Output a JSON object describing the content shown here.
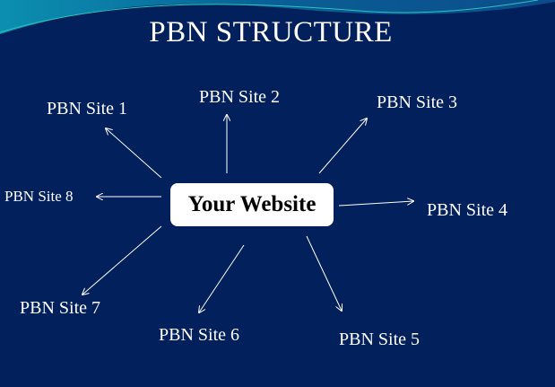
{
  "slide": {
    "title": "PBN  STRUCTURE",
    "center_label": "Your Website",
    "sites": [
      {
        "label": "PBN Site 1"
      },
      {
        "label": "PBN Site 2"
      },
      {
        "label": "PBN Site 3"
      },
      {
        "label": "PBN Site 4"
      },
      {
        "label": "PBN Site 5"
      },
      {
        "label": "PBN Site 6"
      },
      {
        "label": "PBN Site 7"
      },
      {
        "label": "PBN Site 8"
      }
    ]
  },
  "colors": {
    "background": "#02205c",
    "wave": "#0a7fa8",
    "text": "#ffffff"
  }
}
